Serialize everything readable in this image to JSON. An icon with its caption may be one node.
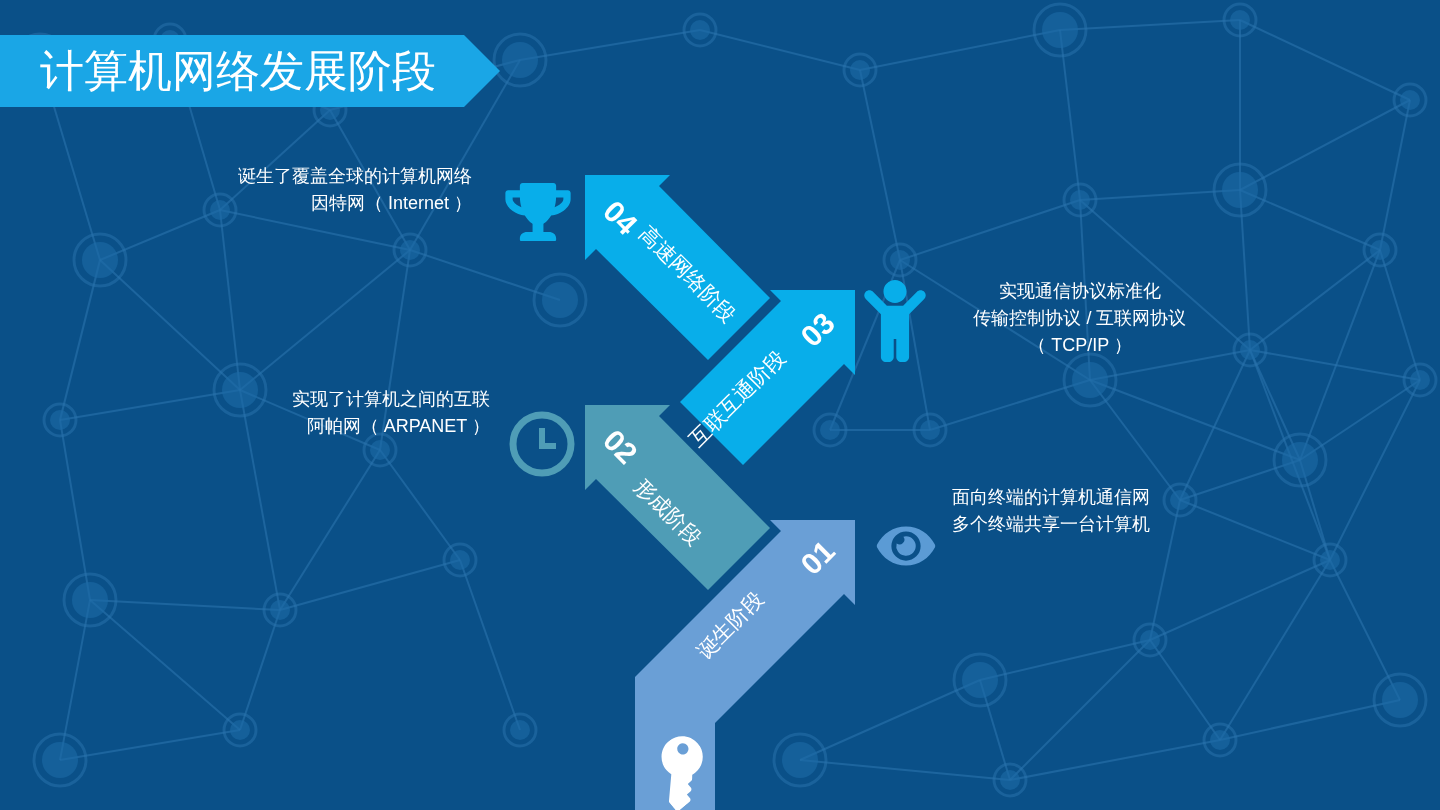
{
  "diagram": {
    "title": "计算机网络发展阶段",
    "nodes": [
      {
        "text": [
          "01",
          "诞生阶段"
        ],
        "beside": [
          "面向终端的计算机通信网",
          "多个终端共享一台计算机"
        ]
      },
      {
        "text": [
          "02",
          "形成阶段"
        ],
        "beside": [
          "实现了计算机之间的互联",
          "阿帕网（ ARPANET ）"
        ]
      },
      {
        "text": [
          "03",
          "互联互通阶段"
        ],
        "beside": [
          "实现通信协议标准化",
          "传输控制协议 / 互联网协议",
          "（ TCP/IP ）"
        ]
      },
      {
        "text": [
          "04",
          "高速网络阶段"
        ],
        "beside": [
          "诞生了覆盖全球的计算机网络",
          "因特网（ Internet ）"
        ]
      }
    ]
  }
}
